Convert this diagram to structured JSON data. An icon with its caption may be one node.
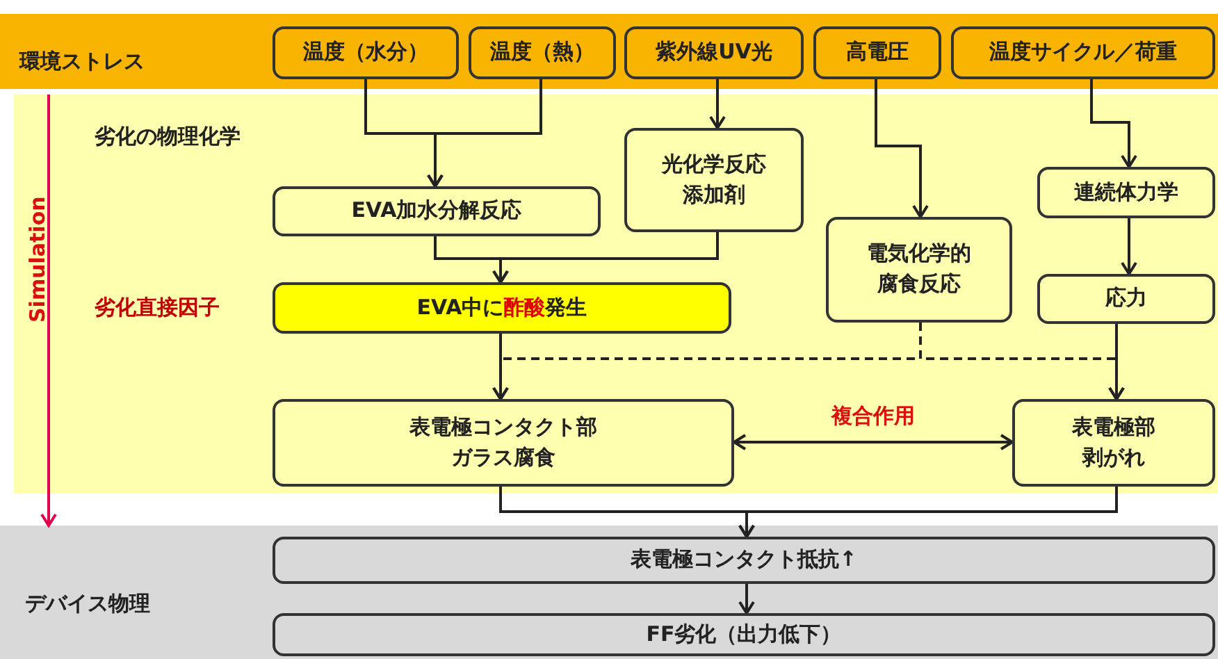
{
  "diagram": {
    "nodes": [
      {
        "text": [
          "環境ストレス"
        ]
      },
      {
        "text": [
          "温度（水分）"
        ],
        "in": 0
      },
      {
        "text": [
          "温度（熱）"
        ],
        "in": 0
      },
      {
        "text": [
          "紫外線UV光"
        ],
        "in": 0
      },
      {
        "text": [
          "高電圧"
        ],
        "in": 0
      },
      {
        "text": [
          "温度サイクル／荷重"
        ],
        "in": 0
      },
      {
        "text": [
          "劣化の物理化学"
        ]
      },
      {
        "text": [
          "EVA加水分解反応"
        ],
        "in": 6
      },
      {
        "text": [
          "光化学反応",
          "添加剤"
        ],
        "in": 6
      },
      {
        "text": [
          "電気化学的腐食反応"
        ],
        "in": 6
      },
      {
        "text": [
          "連続体力学"
        ],
        "in": 6
      },
      {
        "text": [
          "応力"
        ],
        "in": 6
      },
      {
        "text": [
          "EVA中に**酢酸**発生"
        ],
        "in": 6
      },
      {
        "text": [
          "表電極コンタクト部ガラス腐食"
        ],
        "in": 6
      },
      {
        "text": [
          "表電極部剥がれ"
        ],
        "in": 6
      },
      {
        "text": [
          "デバイス物理"
        ]
      },
      {
        "text": [
          "表電極コンタクト抵抗↑"
        ],
        "in": 15
      },
      {
        "text": [
          "FF劣化（出力低下）"
        ],
        "in": 15
      }
    ],
    "edges": [
      {
        "from": 1,
        "to": 7,
        "arrow": "to"
      },
      {
        "from": 2,
        "to": 7,
        "arrow": "to"
      },
      {
        "from": 3,
        "to": 8,
        "arrow": "to"
      },
      {
        "from": 4,
        "to": 9,
        "arrow": "to"
      },
      {
        "from": 5,
        "to": 10,
        "arrow": "to"
      },
      {
        "from": 10,
        "to": 11,
        "arrow": "to"
      },
      {
        "from": 7,
        "to": 12,
        "arrow": "to"
      },
      {
        "from": 8,
        "to": 12,
        "arrow": "to"
      },
      {
        "from": 12,
        "to": 13,
        "arrow": "to"
      },
      {
        "from": 9,
        "to": 13,
        "arrow": "to",
        "style": "dashed"
      },
      {
        "from": 9,
        "to": 14,
        "arrow": "to",
        "style": "dashed"
      },
      {
        "from": 11,
        "to": 14,
        "arrow": "to"
      },
      {
        "from": 13,
        "to": 14,
        "arrow": "both",
        "label": "複合作用"
      },
      {
        "from": 13,
        "to": 16,
        "arrow": "to"
      },
      {
        "from": 14,
        "to": 16,
        "arrow": "to"
      },
      {
        "from": 16,
        "to": 17,
        "arrow": "to"
      },
      {
        "from": 6,
        "to": 15,
        "arrow": "to",
        "color": "#e0004d"
      }
    ],
    "labels": [
      "Simulation",
      "劣化直接因子"
    ]
  }
}
